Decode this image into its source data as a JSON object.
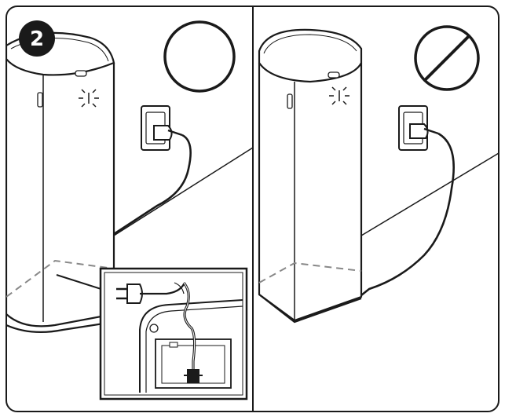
{
  "step": {
    "number": "2"
  },
  "panels": [
    {
      "id": "correct",
      "mark": "circle-icon"
    },
    {
      "id": "incorrect",
      "mark": "prohibited-icon"
    }
  ],
  "colors": {
    "line": "#1a1a1a",
    "badge": "#1a1a1a",
    "badge_text": "#ffffff",
    "background": "#ffffff"
  }
}
